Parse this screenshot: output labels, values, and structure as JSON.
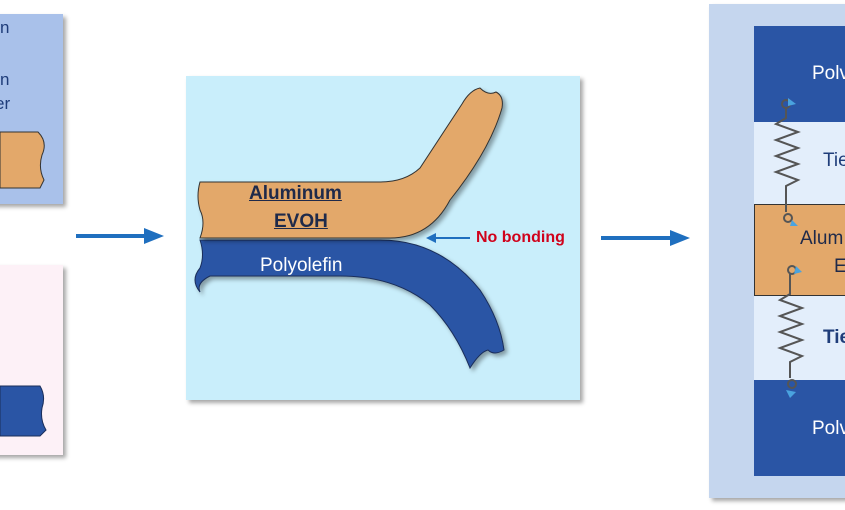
{
  "left_panel_top": {
    "fragments": [
      "n",
      "n",
      "er"
    ],
    "bg_color": "#a9c1ea",
    "strip_color": "#e3a86a"
  },
  "left_panel_bottom": {
    "bg_color": "#fdf1f7",
    "strip_color": "#2a55a5"
  },
  "center": {
    "bg_color": "#c9eefb",
    "aluminum_label": "Aluminum",
    "evoh_label": "EVOH",
    "polyolefin_label": "Polyolefin",
    "no_bonding_label": "No bonding",
    "aluminum_color": "#e3a86a",
    "polyolefin_color": "#2a55a5",
    "callout_color": "#d0021b"
  },
  "right_panel": {
    "bg_color": "#c5d6ee",
    "layers": [
      {
        "label": "Polv",
        "color": "#2a55a5",
        "text_color": "#ffffff"
      },
      {
        "label": "Tie",
        "color": "#e3eefb",
        "text_color": "#1f3d7a"
      },
      {
        "label": "Alum",
        "sub": "E",
        "color": "#e3a86a",
        "text_color": "#1f3d7a"
      },
      {
        "label": "Tie",
        "color": "#e3eefb",
        "text_color": "#1f3d7a"
      },
      {
        "label": "Polv",
        "color": "#2a55a5",
        "text_color": "#ffffff"
      }
    ]
  },
  "arrow_color": "#1f6fbf"
}
